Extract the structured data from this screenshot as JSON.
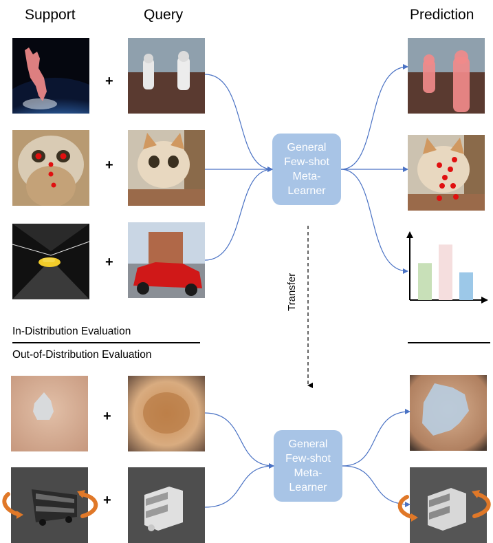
{
  "headers": {
    "support": "Support",
    "query": "Query",
    "prediction": "Prediction"
  },
  "plus": "+",
  "learner_top": {
    "line1": "General",
    "line2": "Few-shot",
    "line3": "Meta-",
    "line4": "Learner"
  },
  "learner_bottom": {
    "line1": "General",
    "line2": "Few-shot",
    "line3": "Meta-",
    "line4": "Learner"
  },
  "transfer_label": "Transfer",
  "sections": {
    "in_dist": "In-Distribution Evaluation",
    "out_dist": "Out-of-Distribution Evaluation"
  },
  "colors": {
    "arrow": "#4a72c4",
    "learner": "#a8c4e6",
    "mask": "#f08a8a",
    "keypoint": "#e01010",
    "bar1": "#c8e0b8",
    "bar2": "#f5dede",
    "bar3": "#9cc8e8",
    "rotate_arrow": "#e07828"
  },
  "chart_data": {
    "type": "bar",
    "categories": [
      "",
      "",
      ""
    ],
    "values": [
      0.56,
      0.84,
      0.42
    ],
    "ylim": [
      0,
      1
    ],
    "grid": false
  }
}
